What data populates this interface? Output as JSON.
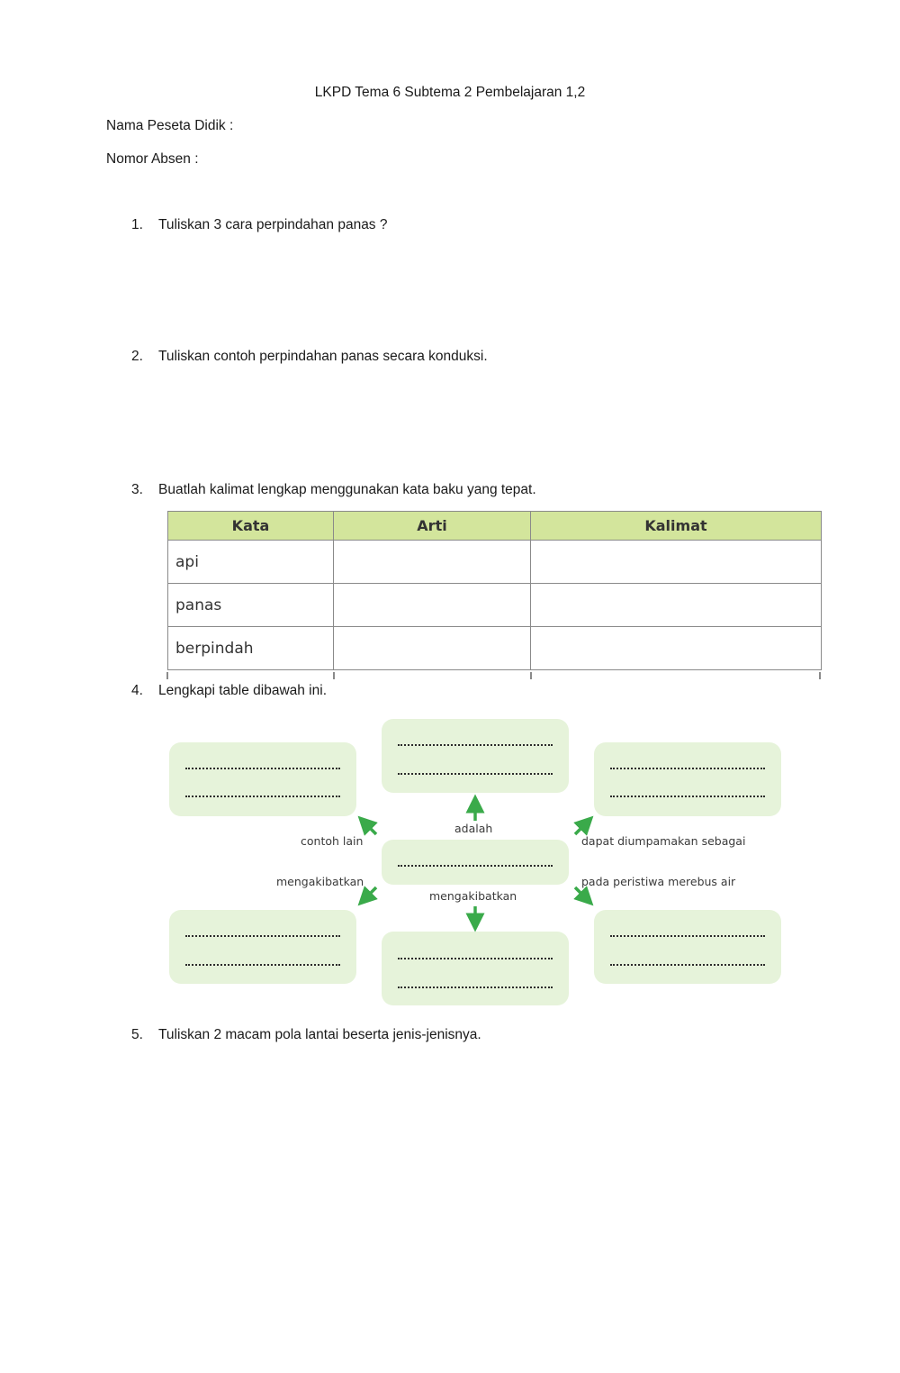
{
  "header": {
    "title": "LKPD Tema 6 Subtema 2 Pembelajaran 1,2",
    "name_label": "Nama Peseta Didik :",
    "absen_label": "Nomor Absen :"
  },
  "questions": [
    {
      "num": "1.",
      "text": "Tuliskan 3 cara perpindahan panas ?"
    },
    {
      "num": "2.",
      "text": "Tuliskan contoh perpindahan panas secara konduksi."
    },
    {
      "num": "3.",
      "text": "Buatlah kalimat lengkap menggunakan kata baku yang tepat."
    },
    {
      "num": "4.",
      "text": "Lengkapi table dibawah ini."
    },
    {
      "num": "5.",
      "text": "Tuliskan 2 macam pola lantai beserta jenis-jenisnya."
    }
  ],
  "table": {
    "headers": [
      "Kata",
      "Arti",
      "Kalimat"
    ],
    "rows": [
      [
        "api",
        "",
        ""
      ],
      [
        "panas",
        "",
        ""
      ],
      [
        "berpindah",
        "",
        ""
      ]
    ]
  },
  "diagram": {
    "labels": {
      "adalah": "adalah",
      "contoh_lain": "contoh lain",
      "dapat_diumpamakan": "dapat diumpamakan sebagai",
      "mengakibatkan_left": "mengakibatkan",
      "mengakibatkan_bottom": "mengakibatkan",
      "pada_peristiwa": "pada peristiwa  merebus air"
    },
    "colors": {
      "box_fill": "#e6f3da",
      "arrow": "#3aaa4a",
      "table_header": "#d3e59c"
    }
  }
}
